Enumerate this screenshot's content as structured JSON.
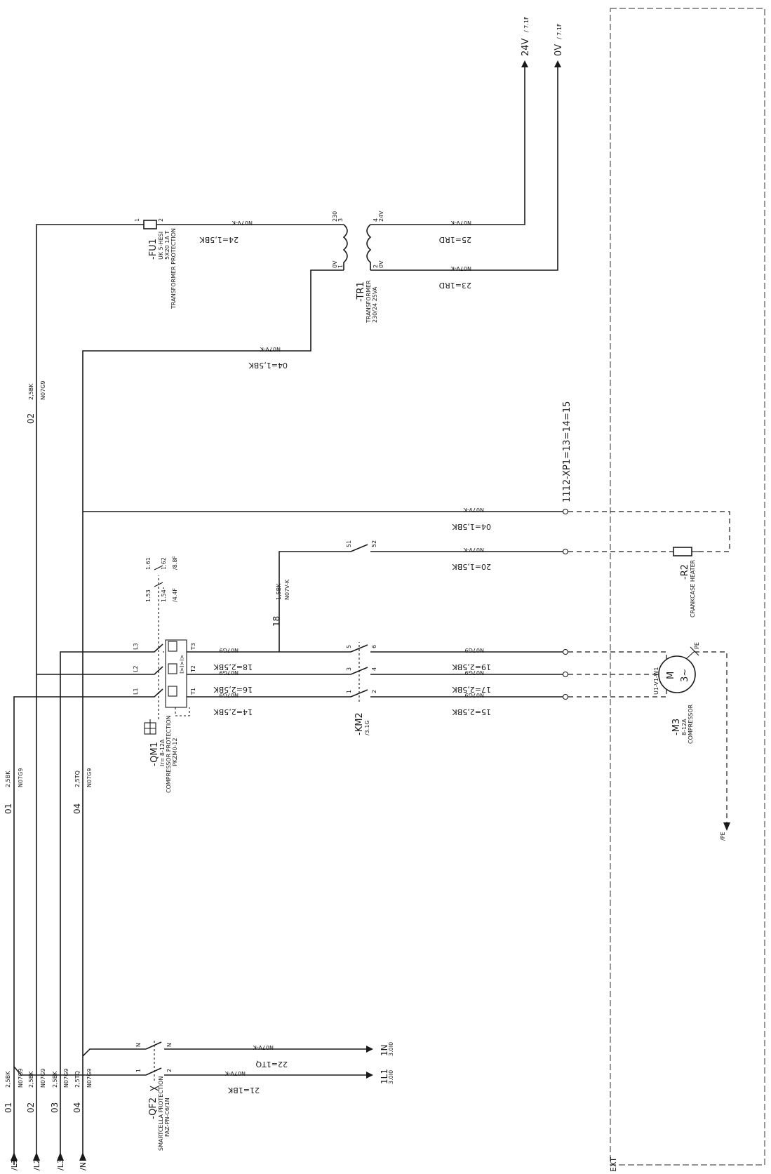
{
  "sources": {
    "l1": "/L1",
    "l2": "/L2",
    "l3": "/L3",
    "n": "/N"
  },
  "bus_labels": {
    "bottom": [
      {
        "num": "01",
        "section": "2,5BK",
        "cable": "N07G9"
      },
      {
        "num": "02",
        "section": "2,5BK",
        "cable": "N07G9"
      },
      {
        "num": "03",
        "section": "2,5BK",
        "cable": "N07G9"
      },
      {
        "num": "04",
        "section": "2,5TQ",
        "cable": "N07G9"
      }
    ],
    "middle": [
      {
        "num": "01",
        "section": "2,5BK",
        "cable": "N07G9"
      },
      {
        "num": "04",
        "section": "2,5TQ",
        "cable": "N07G9"
      }
    ],
    "top": {
      "num": "02",
      "section": "2,5BK",
      "cable": "N07G9"
    }
  },
  "fu1": {
    "tag": "-FU1",
    "line1": "UK 5-HESI",
    "line2": "5X20  1A T",
    "desc": "TRANSFORMER PROTECTION",
    "pin_a": "1",
    "pin_b": "2"
  },
  "tr1": {
    "tag": "-TR1",
    "desc": "TRANSFORMER",
    "rating": "230/24  25VA",
    "pri_a": "230",
    "pri_a_num": "3",
    "pri_b": "0V",
    "pri_b_num": "1",
    "sec_a": "24V",
    "sec_a_num": "4",
    "sec_b": "0V",
    "sec_b_num": "2"
  },
  "outputs": {
    "v24": "24V",
    "v24_ref": "/ 7.1F",
    "v0": "0V",
    "v0_ref": "/ 7.1F"
  },
  "wires": {
    "w24": {
      "label": "24=1,5BK",
      "cable": "N07V-K"
    },
    "w04a": {
      "label": "04=1,5BK",
      "cable": "N07V-K"
    },
    "w25": {
      "label": "25=1RD",
      "cable": "N07V-K"
    },
    "w23": {
      "label": "23=1RD",
      "cable": "N07V-K"
    },
    "w04b": {
      "label": "04=1,5BK",
      "cable": "N07V-K"
    },
    "w20": {
      "label": "20=1,5BK",
      "cable": "N07V-K"
    },
    "w14": {
      "label": "14=2,5BK",
      "cable": "N07G9"
    },
    "w16": {
      "label": "16=2,5BK",
      "cable": "N07G9"
    },
    "w18": {
      "label": "18=2,5BK",
      "cable": "N07G9"
    },
    "w15": {
      "label": "15=2,5BK",
      "cable": "N07G9"
    },
    "w17": {
      "label": "17=2,5BK",
      "cable": "N07G9"
    },
    "w19": {
      "label": "19=2,5BK",
      "cable": "N07G9"
    },
    "w18v": {
      "num": "18",
      "label": "1,5BK",
      "cable": "N07V-K"
    },
    "w22": {
      "label": "22=1TQ",
      "cable": "N07V-K"
    },
    "w21": {
      "label": "21=1BK",
      "cable": "N07V-K"
    }
  },
  "terminal_strip": {
    "label": "1112-XP1=13=14=15"
  },
  "qm1": {
    "tag": "-QM1",
    "rating": "Ir= 8-12A",
    "desc": "COMPRESSOR PROTECTION",
    "model": "PKZM0-12",
    "l1": "L1",
    "l2": "L2",
    "l3": "L3",
    "t1": "T1",
    "t2": "T2",
    "t3": "T3",
    "aux_no_a": "1.53",
    "aux_no_b": "1.54",
    "aux_nc_a": "1.61",
    "aux_nc_b": "1.62",
    "aux_ref1": "/4.4F",
    "aux_ref2": "/8.8F",
    "relay": "I>I>I>"
  },
  "km2": {
    "tag": "-KM2",
    "ref": "/3.1G",
    "p1": "1",
    "p2": "2",
    "p3": "3",
    "p4": "4",
    "p5": "5",
    "p6": "6",
    "aux_a": "51",
    "aux_b": "52"
  },
  "r2": {
    "tag": "-R2",
    "desc": "CRANKCASE HEATER"
  },
  "m3": {
    "tag": "-M3",
    "rating": "8-12A",
    "desc": "COMPRESSOR",
    "symbol": "M",
    "phase": "3~",
    "terminals": "U1-V1-W1",
    "pe": "PE",
    "pe_ref": "/PE"
  },
  "qf2": {
    "tag": "-QF2",
    "desc": "SMARTCELLA PROTECTION",
    "model": "FAZ-PN-C6/1N",
    "p_n": "N",
    "p_n2": "N",
    "p_1": "1",
    "p_2": "2"
  },
  "aux_outputs": {
    "n_label": "1N",
    "n_ref": "3.0I0",
    "l_label": "1L1",
    "l_ref": "3.0I0"
  },
  "enclosure": {
    "label": "EXT"
  }
}
